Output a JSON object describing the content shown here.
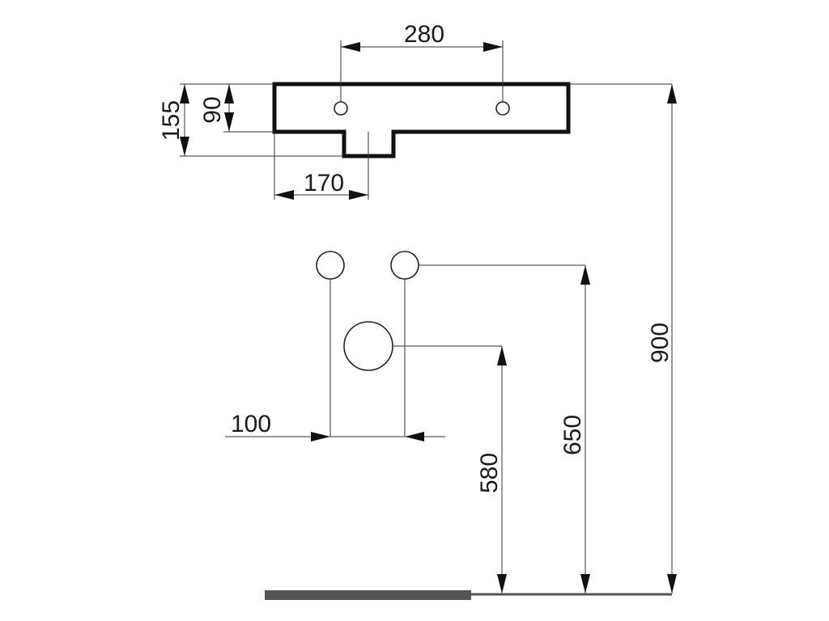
{
  "dimensions": {
    "tap_spacing": "280",
    "total_depth": "155",
    "basin_depth": "90",
    "drain_offset": "170",
    "pipe_spacing": "100",
    "waste_height": "580",
    "supply_height": "650",
    "basin_height": "900"
  }
}
